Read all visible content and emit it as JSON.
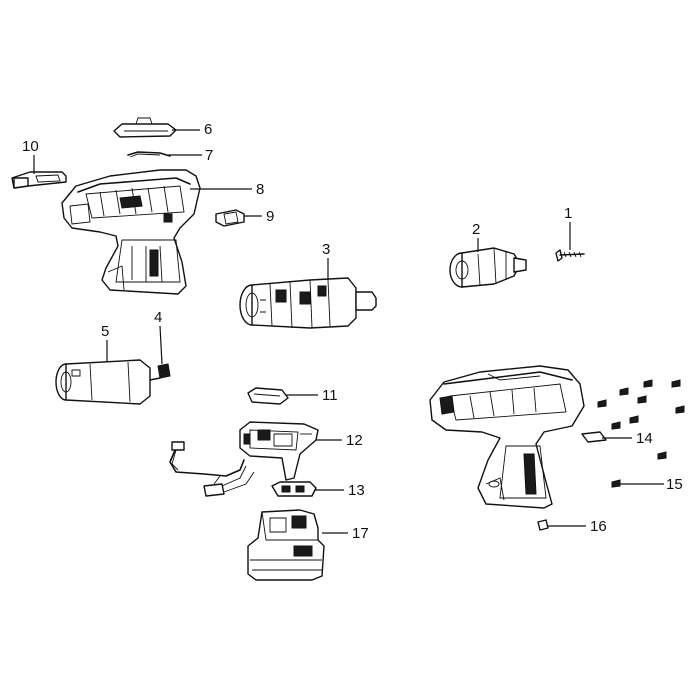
{
  "diagram": {
    "type": "exploded-parts-view",
    "line_color": "#111111",
    "background": "#ffffff",
    "parts": [
      {
        "id": "part-1",
        "label": "1"
      },
      {
        "id": "part-2",
        "label": "2"
      },
      {
        "id": "part-3",
        "label": "3"
      },
      {
        "id": "part-4",
        "label": "4"
      },
      {
        "id": "part-5",
        "label": "5"
      },
      {
        "id": "part-6",
        "label": "6"
      },
      {
        "id": "part-7",
        "label": "7"
      },
      {
        "id": "part-8",
        "label": "8"
      },
      {
        "id": "part-9",
        "label": "9"
      },
      {
        "id": "part-10",
        "label": "10"
      },
      {
        "id": "part-11",
        "label": "11"
      },
      {
        "id": "part-12",
        "label": "12"
      },
      {
        "id": "part-13",
        "label": "13"
      },
      {
        "id": "part-14",
        "label": "14"
      },
      {
        "id": "part-15",
        "label": "15"
      },
      {
        "id": "part-16",
        "label": "16"
      },
      {
        "id": "part-17",
        "label": "17"
      }
    ]
  }
}
